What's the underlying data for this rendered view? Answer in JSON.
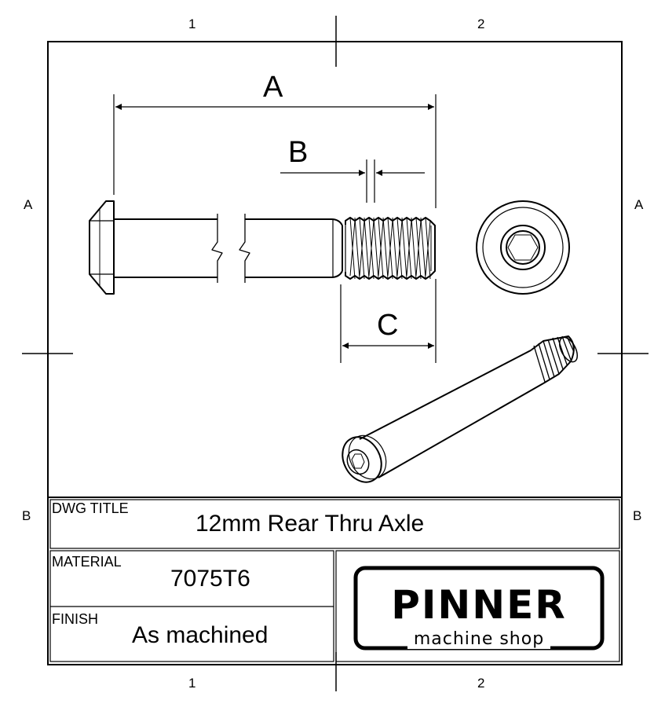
{
  "border": {
    "columns": [
      "1",
      "2"
    ],
    "rows": [
      "A",
      "B"
    ]
  },
  "dimensions": {
    "a": "A",
    "b": "B",
    "c": "C"
  },
  "title_block": {
    "dwg_title_label": "DWG TITLE",
    "dwg_title": "12mm Rear Thru Axle",
    "material_label": "MATERIAL",
    "material": "7075T6",
    "finish_label": "FINISH",
    "finish": "As machined"
  },
  "logo": {
    "name": "PINNER",
    "tagline": "machine shop"
  }
}
